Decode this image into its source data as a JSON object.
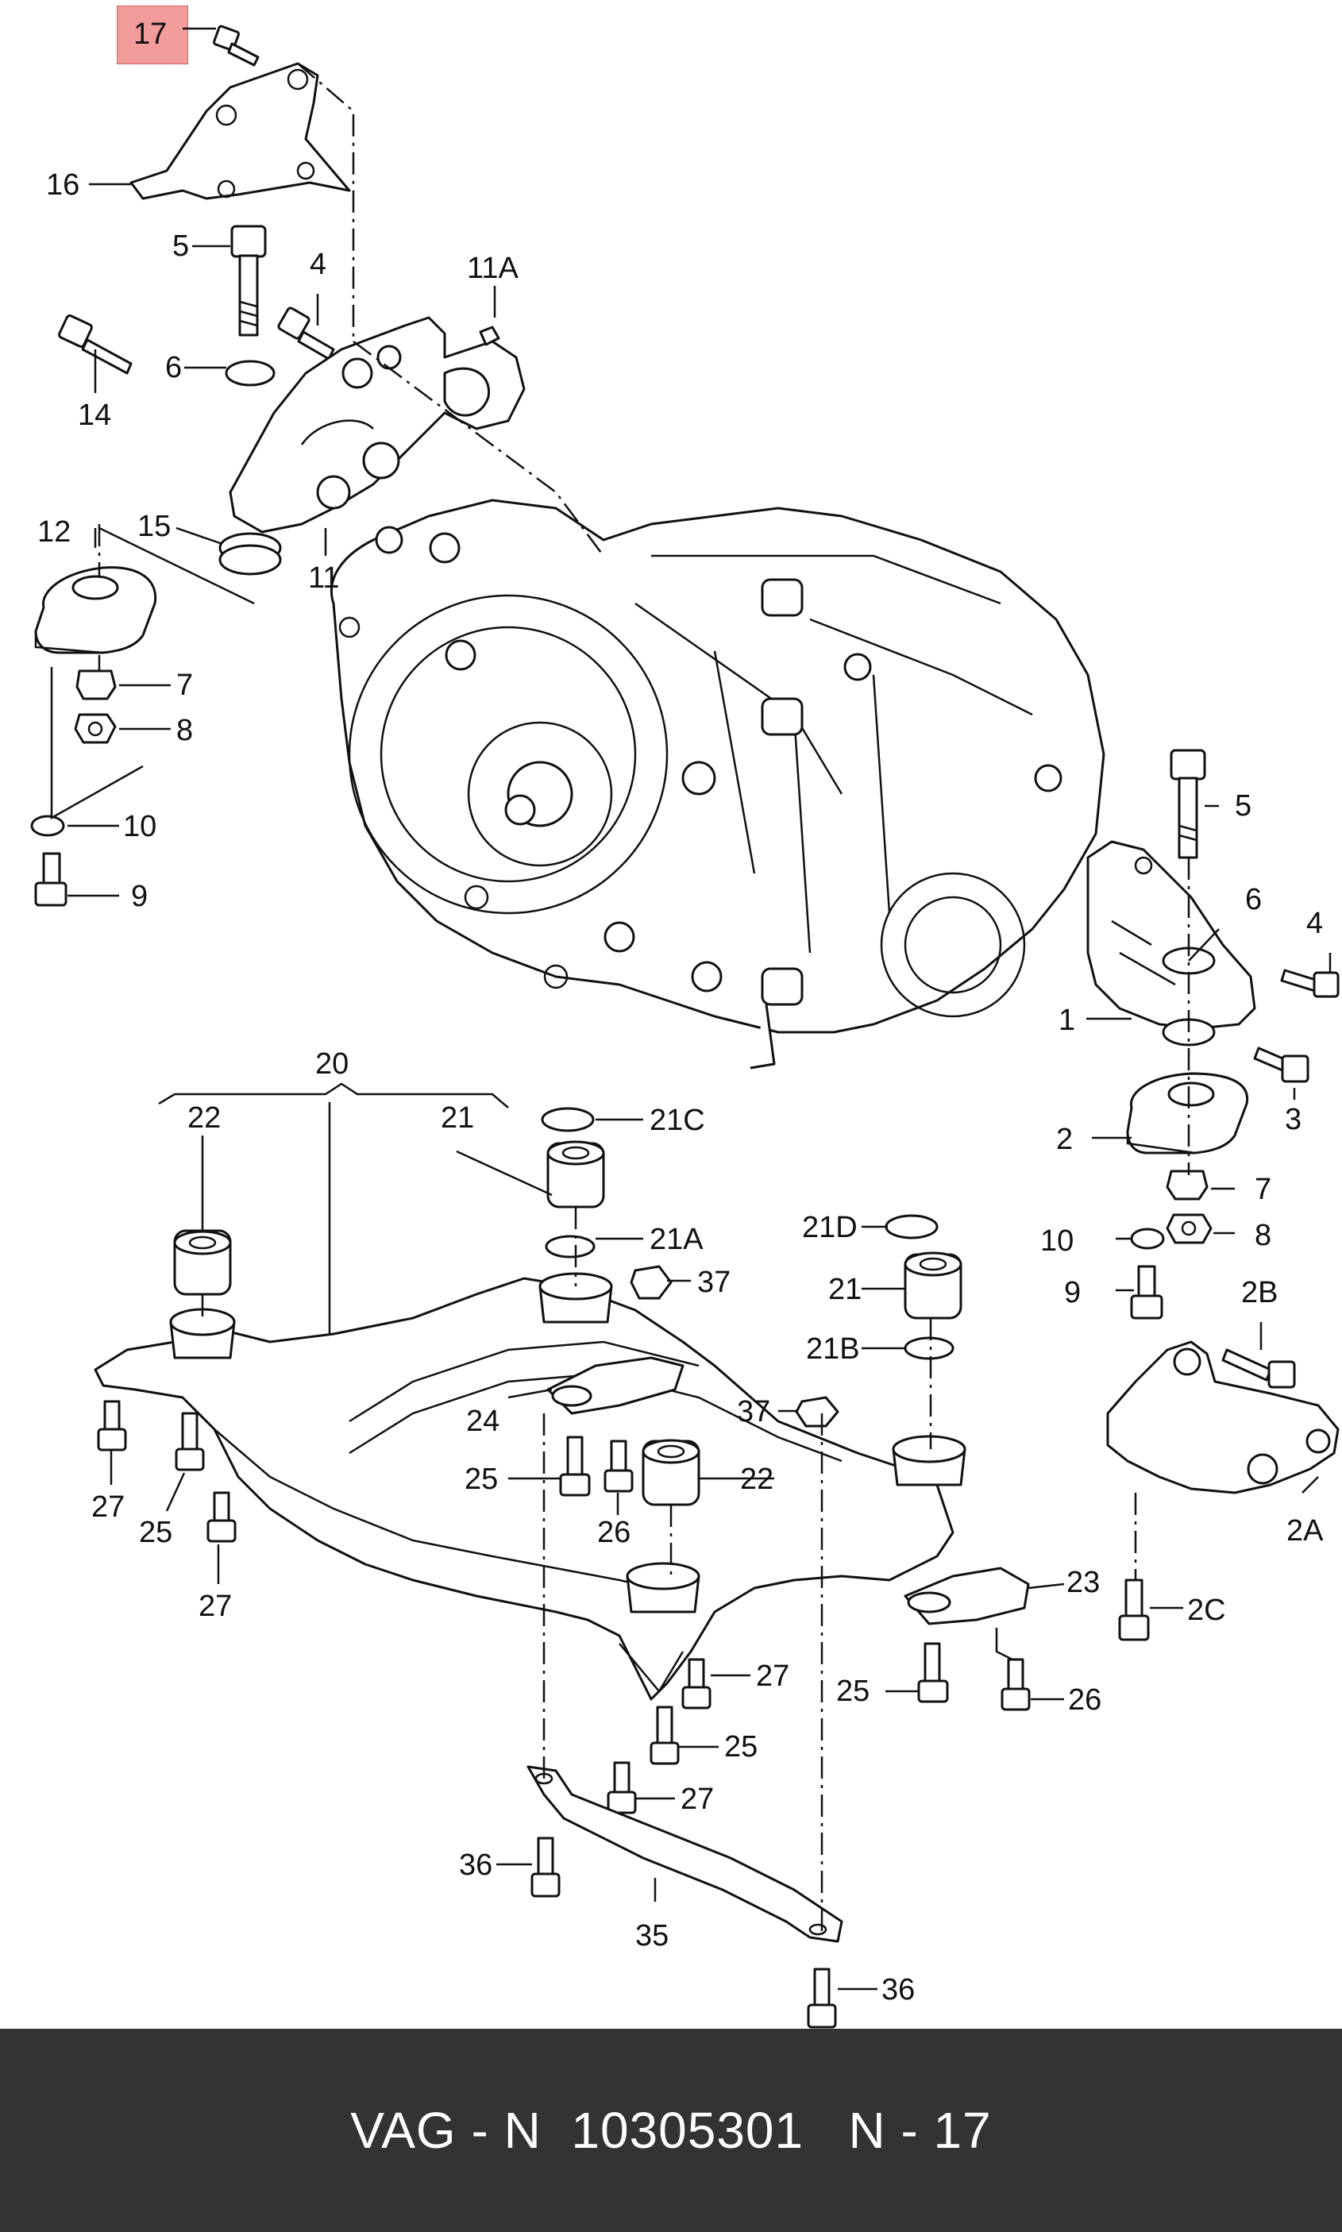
{
  "highlight": {
    "color": "#f08a8a",
    "label": "17"
  },
  "footer": {
    "text": "VAG - N  10305301   N - 17",
    "background": "#333333",
    "color": "#ffffff"
  },
  "callouts": [
    {
      "id": "c17",
      "text": "17"
    },
    {
      "id": "c16",
      "text": "16"
    },
    {
      "id": "c5a",
      "text": "5"
    },
    {
      "id": "c4a",
      "text": "4"
    },
    {
      "id": "c11A",
      "text": "11A"
    },
    {
      "id": "c6a",
      "text": "6"
    },
    {
      "id": "c14",
      "text": "14"
    },
    {
      "id": "c12",
      "text": "12"
    },
    {
      "id": "c15",
      "text": "15"
    },
    {
      "id": "c11",
      "text": "11"
    },
    {
      "id": "c7a",
      "text": "7"
    },
    {
      "id": "c8a",
      "text": "8"
    },
    {
      "id": "c10a",
      "text": "10"
    },
    {
      "id": "c9a",
      "text": "9"
    },
    {
      "id": "c5b",
      "text": "5"
    },
    {
      "id": "c6b",
      "text": "6"
    },
    {
      "id": "c4b",
      "text": "4"
    },
    {
      "id": "c1",
      "text": "1"
    },
    {
      "id": "c3",
      "text": "3"
    },
    {
      "id": "c2",
      "text": "2"
    },
    {
      "id": "c7b",
      "text": "7"
    },
    {
      "id": "c8b",
      "text": "8"
    },
    {
      "id": "c10b",
      "text": "10"
    },
    {
      "id": "c9b",
      "text": "9"
    },
    {
      "id": "c2B",
      "text": "2B"
    },
    {
      "id": "c2A",
      "text": "2A"
    },
    {
      "id": "c2C",
      "text": "2C"
    },
    {
      "id": "c20",
      "text": "20"
    },
    {
      "id": "c22a",
      "text": "22"
    },
    {
      "id": "c21a",
      "text": "21"
    },
    {
      "id": "c21C",
      "text": "21C"
    },
    {
      "id": "c21A",
      "text": "21A"
    },
    {
      "id": "c37a",
      "text": "37"
    },
    {
      "id": "c21D",
      "text": "21D"
    },
    {
      "id": "c21b",
      "text": "21"
    },
    {
      "id": "c21B",
      "text": "21B"
    },
    {
      "id": "c37b",
      "text": "37"
    },
    {
      "id": "c24",
      "text": "24"
    },
    {
      "id": "c25a",
      "text": "25"
    },
    {
      "id": "c26a",
      "text": "26"
    },
    {
      "id": "c22b",
      "text": "22"
    },
    {
      "id": "c27a",
      "text": "27"
    },
    {
      "id": "c25b",
      "text": "25"
    },
    {
      "id": "c27b",
      "text": "27"
    },
    {
      "id": "c23",
      "text": "23"
    },
    {
      "id": "c27c",
      "text": "27"
    },
    {
      "id": "c25c",
      "text": "25"
    },
    {
      "id": "c26b",
      "text": "26"
    },
    {
      "id": "c25d",
      "text": "25"
    },
    {
      "id": "c27d",
      "text": "27"
    },
    {
      "id": "c36a",
      "text": "36"
    },
    {
      "id": "c35",
      "text": "35"
    },
    {
      "id": "c36b",
      "text": "36"
    }
  ]
}
